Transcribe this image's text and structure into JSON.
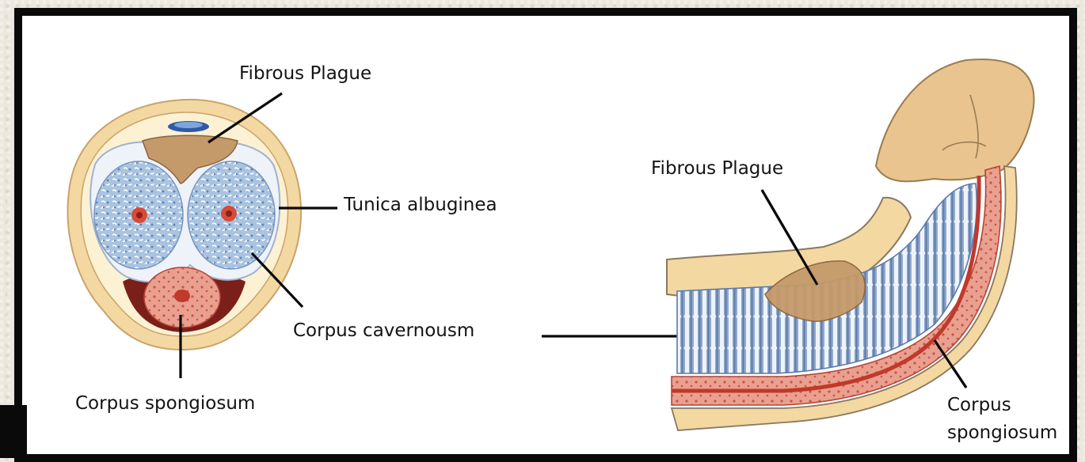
{
  "labels": {
    "left_fibrous": "Fibrous Plague",
    "tunica": "Tunica albuginea",
    "cavernousum": "Corpus cavernousm",
    "left_spongiosum": "Corpus spongiosum",
    "right_fibrous": "Fibrous Plague",
    "right_spongiosum_line1": "Corpus",
    "right_spongiosum_line2": "spongiosum"
  },
  "colors": {
    "skin": "#f1d59f",
    "tunica_white": "#eef3fa",
    "sponge_blue": "#a9c3e0",
    "plaque": "#c49a6a",
    "spongiosum_red": "#cf5c4d",
    "artery": "#c0392b"
  }
}
